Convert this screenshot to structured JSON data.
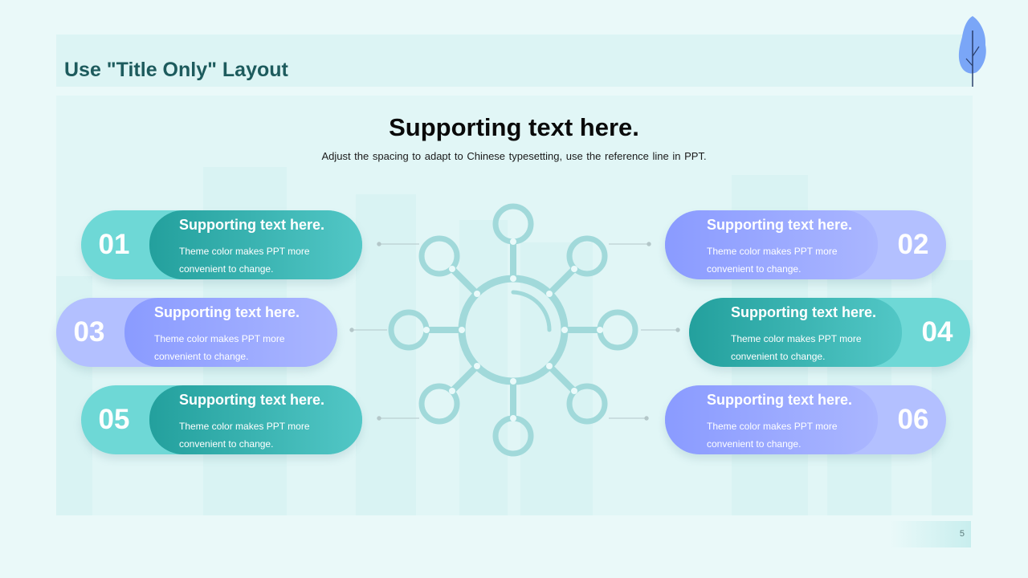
{
  "slide": {
    "title": "Use \"Title Only\" Layout",
    "headline": "Supporting text here.",
    "subtitle": "Adjust the spacing to adapt to Chinese typesetting, use the reference line in PPT.",
    "page_number": "5"
  },
  "colors": {
    "teal_dark": "#23a09d",
    "teal_light": "#6ed8d6",
    "purple_dark": "#8a9bff",
    "purple_light": "#b3c0ff",
    "title": "#1d5b5d",
    "hub": "#a1d9da"
  },
  "items": [
    {
      "number": "01",
      "title": "Supporting text here.",
      "desc": "Theme color makes PPT more convenient to change."
    },
    {
      "number": "02",
      "title": "Supporting text here.",
      "desc": "Theme color makes PPT more convenient to change."
    },
    {
      "number": "03",
      "title": "Supporting text here.",
      "desc": "Theme color makes PPT more convenient to change."
    },
    {
      "number": "04",
      "title": "Supporting text here.",
      "desc": "Theme color makes PPT more convenient to change."
    },
    {
      "number": "05",
      "title": "Supporting text here.",
      "desc": "Theme color makes PPT more convenient to change."
    },
    {
      "number": "06",
      "title": "Supporting text here.",
      "desc": "Theme color makes PPT more convenient to change."
    }
  ],
  "icons": {
    "corner": "tree-icon",
    "center": "network-hub-icon"
  }
}
